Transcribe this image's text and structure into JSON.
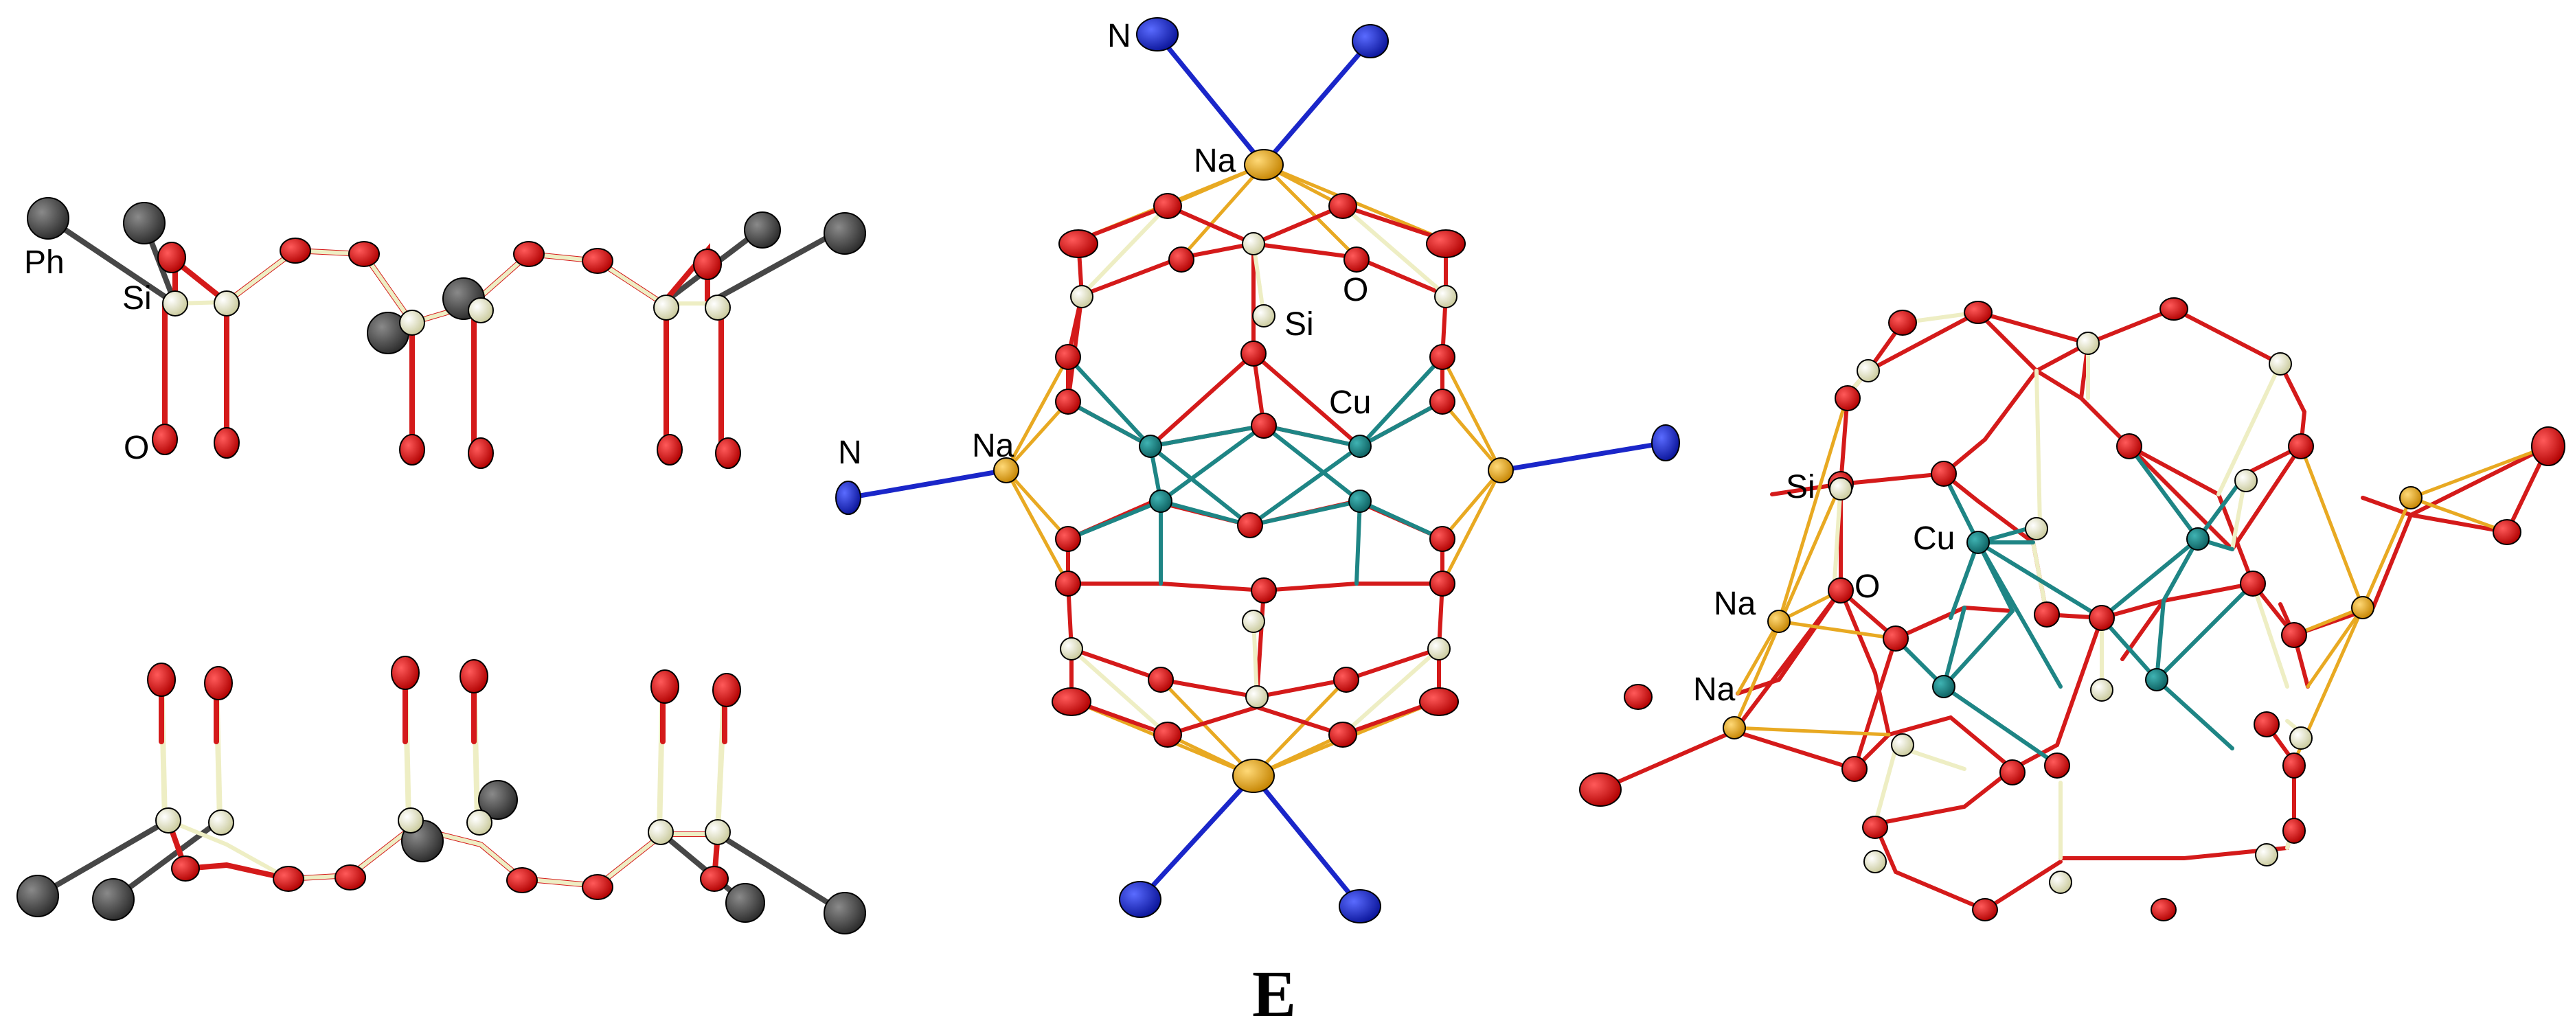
{
  "figure": {
    "caption": "E",
    "colors": {
      "Si": "#eeeec4",
      "O": "#d41a1a",
      "Cu": "#1e8585",
      "Na": "#e8a922",
      "N": "#1a26c9",
      "Ph": "#474747"
    },
    "left_upper_labels": {
      "ph": "Ph",
      "si": "Si",
      "o": "O"
    },
    "center_labels": {
      "na_top": "Na",
      "n_top": "N",
      "o": "O",
      "si": "Si",
      "cu": "Cu",
      "na_left": "Na",
      "n_left": "N"
    },
    "right_labels": {
      "si": "Si",
      "cu": "Cu",
      "na1": "Na",
      "o": "O",
      "na2": "Na"
    }
  }
}
